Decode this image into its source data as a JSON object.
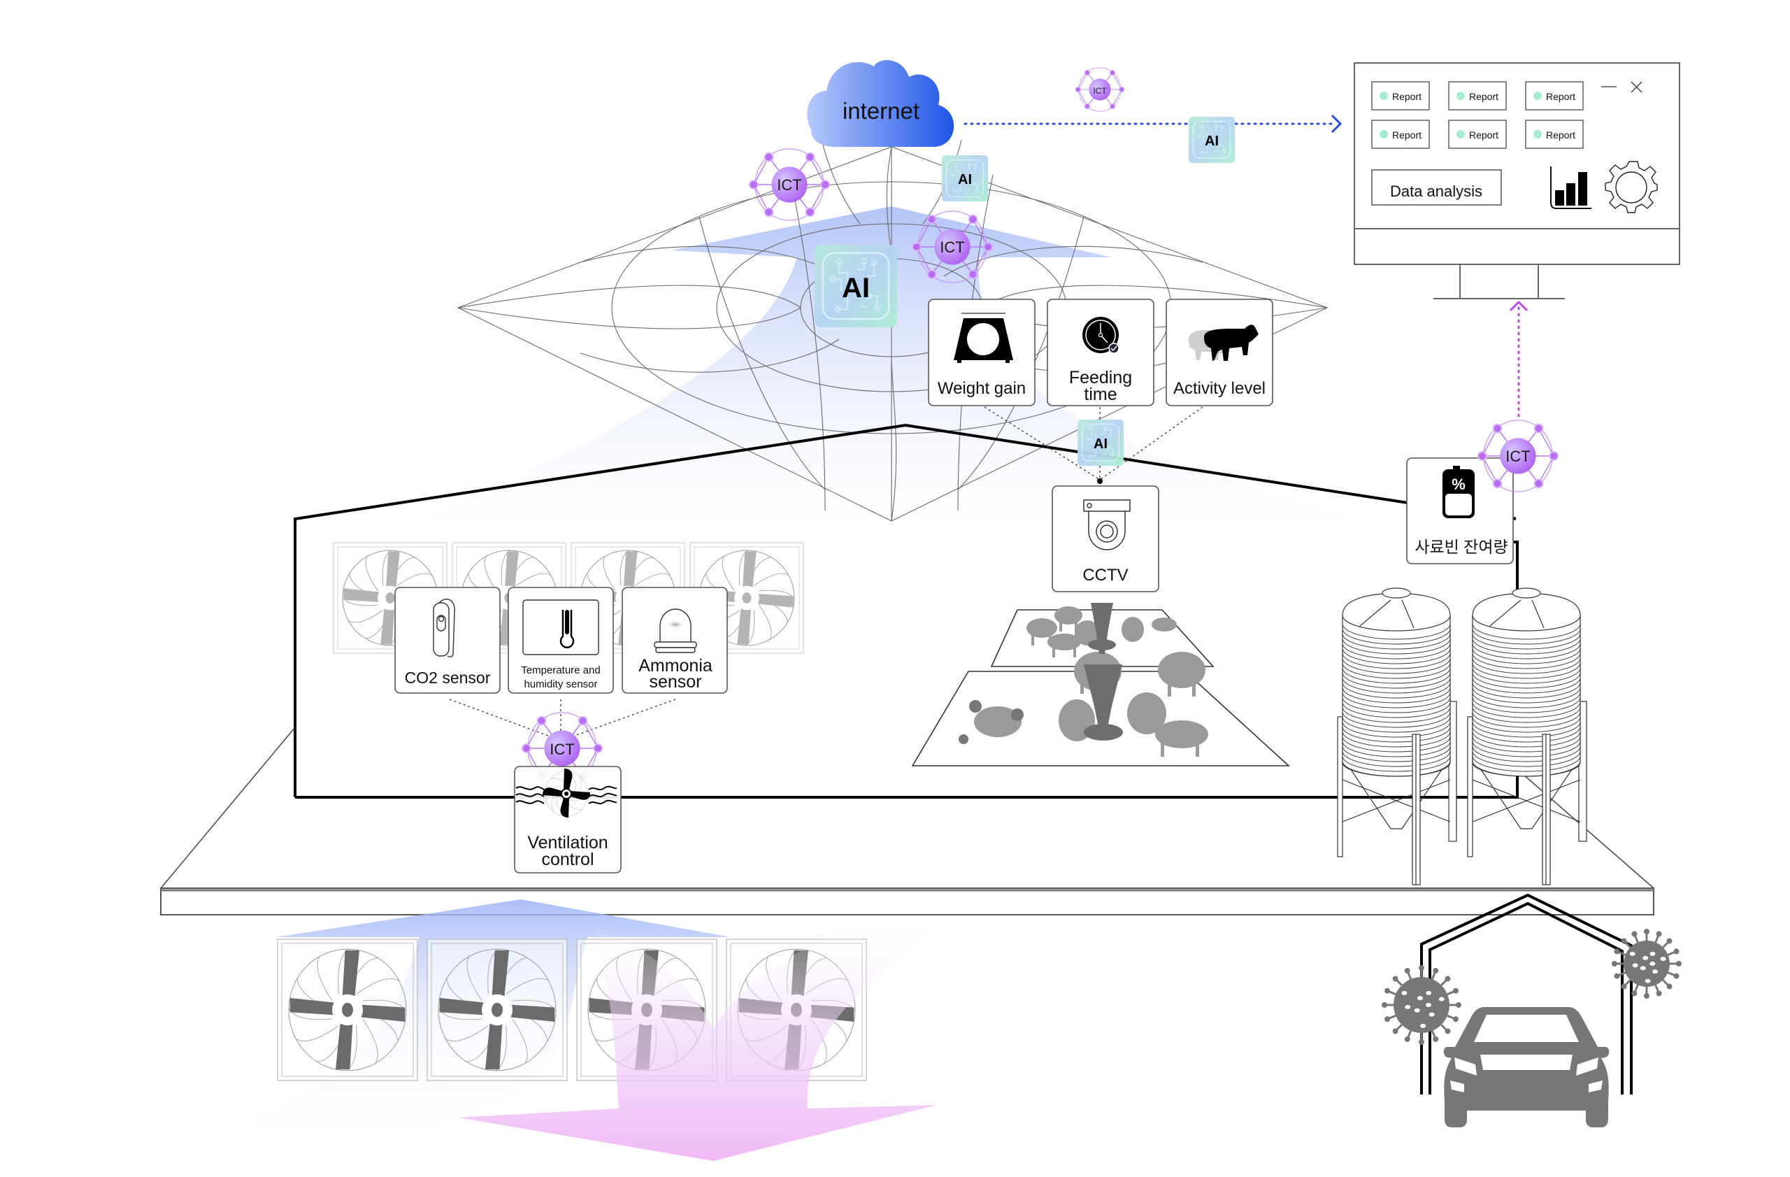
{
  "diagram": {
    "title": "Smart pig farm ICT / AI monitoring system",
    "cloud": {
      "label": "internet",
      "icon": "cloud-icon"
    },
    "ict_label": "ICT",
    "ai_label": "AI",
    "colors": {
      "cloud_start": "#a9c0fb",
      "cloud_end": "#1f55e8",
      "ict_purple": "#b26ef0",
      "ict_light": "#d6b8ff",
      "ai_chip_teal": "#a8e8d6",
      "ai_chip_blue": "#b9ccf5",
      "report_dot": "#a7ecce",
      "arrow_blue": "#2a4fd0",
      "arrow_magenta": "#c24ae0",
      "flow_blue": "#9fb6f6",
      "flow_pink": "#f1b9f4",
      "fan_dark": "#6b6b6b",
      "virus_gray": "#777777"
    },
    "monitor": {
      "reports": [
        "Report",
        "Report",
        "Report",
        "Report",
        "Report",
        "Report"
      ],
      "data_analysis_button": "Data analysis",
      "minimize_icon": "minimize-icon",
      "close_icon": "close-icon",
      "chart_icon": "bar-chart-icon",
      "settings_icon": "gear-icon"
    },
    "livestock_metrics": [
      {
        "label": "Weight gain",
        "icon": "scale-icon"
      },
      {
        "label_line1": "Feeding",
        "label_line2": "time",
        "icon": "clock-check-icon"
      },
      {
        "label": "Activity level",
        "icon": "pig-icon"
      }
    ],
    "cctv": {
      "label": "CCTV",
      "icon": "cctv-camera-icon"
    },
    "sensors": [
      {
        "label": "CO2 sensor",
        "icon": "co2-sensor-icon"
      },
      {
        "label_line1": "Temperature and",
        "label_line2": "humidity sensor",
        "icon": "thermometer-icon"
      },
      {
        "label_line1": "Ammonia",
        "label_line2": "sensor",
        "icon": "ammonia-sensor-icon"
      }
    ],
    "ventilation": {
      "label_line1": "Ventilation",
      "label_line2": "control",
      "icon": "ventilation-fan-icon"
    },
    "feed_bin": {
      "label": "사료빈 잔여량",
      "icon": "battery-percent-icon",
      "symbol": "%"
    },
    "silos": {
      "count": 2
    },
    "exhaust_fans": {
      "indoor_count": 4,
      "outdoor_count": 4
    },
    "disinfection": {
      "icon": "car-disinfection-gate-icon",
      "virus_icon": "virus-icon"
    }
  }
}
